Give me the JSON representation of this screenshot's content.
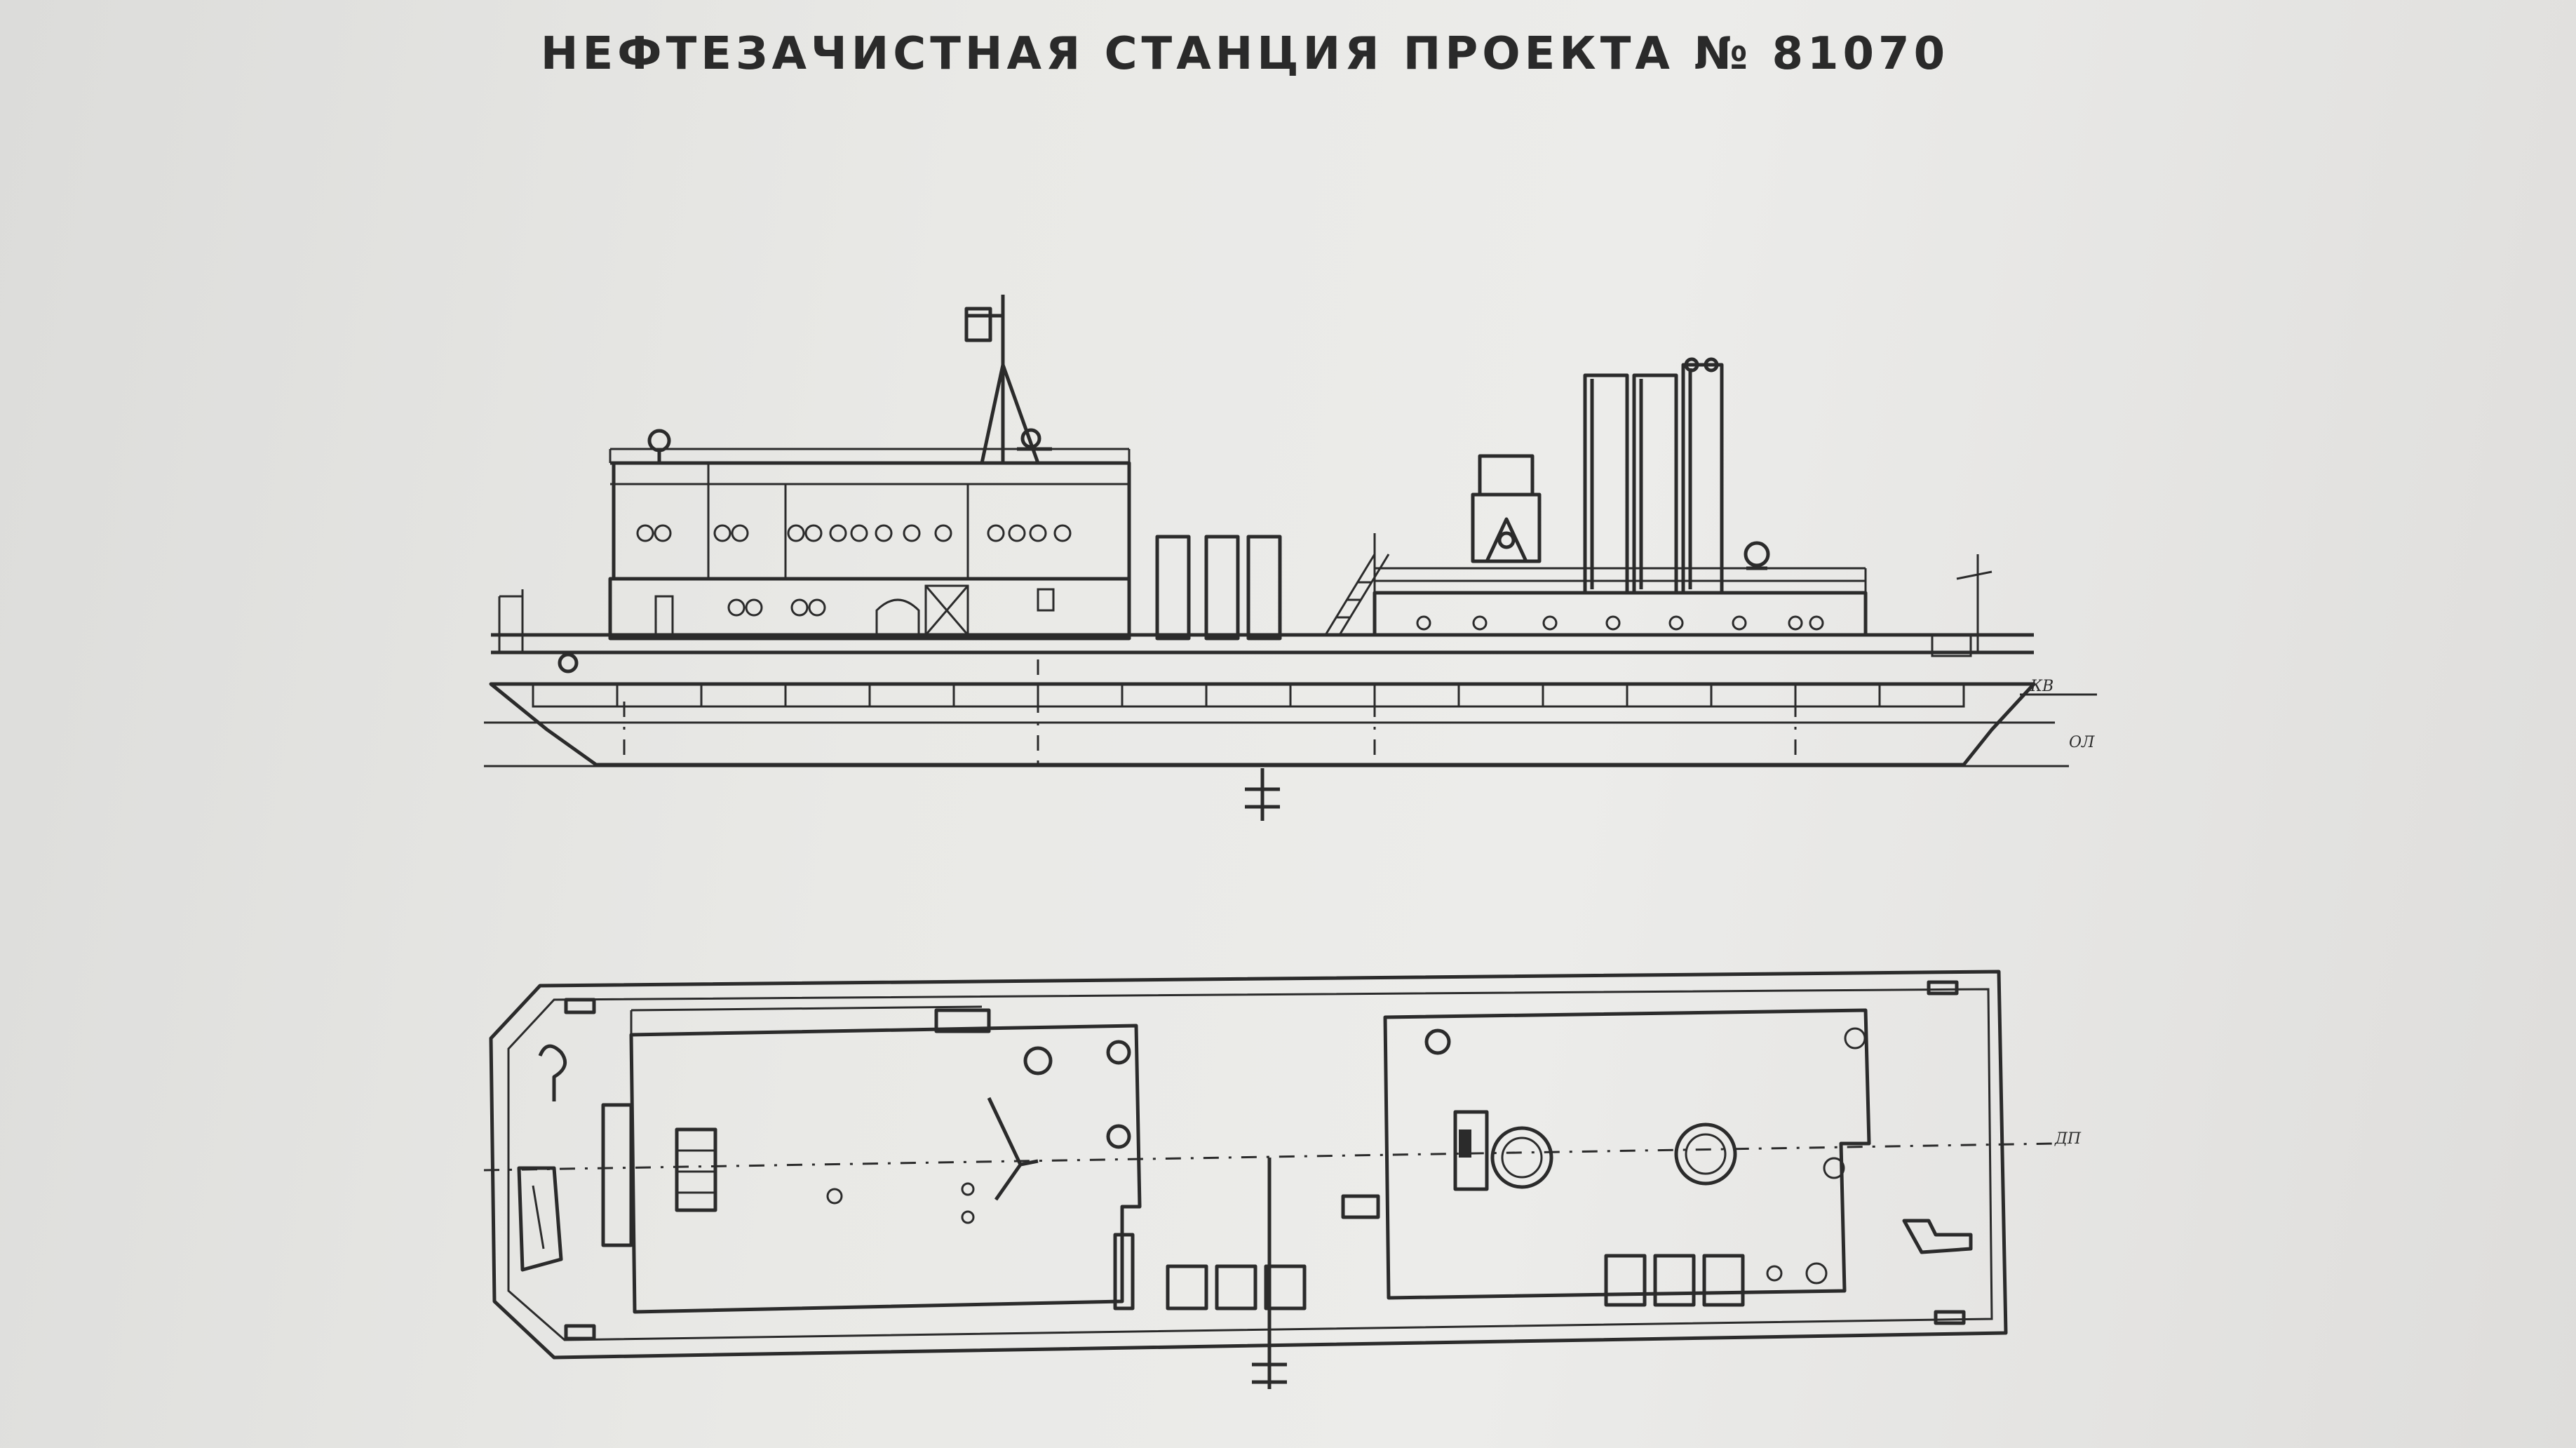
{
  "drawing": {
    "title": "НЕФТЕЗАЧИСТНАЯ СТАНЦИЯ ПРОЕКТА № 81070",
    "profile_label_1": "КВ",
    "profile_label_2": "ОЛ",
    "plan_label": "ДП"
  }
}
